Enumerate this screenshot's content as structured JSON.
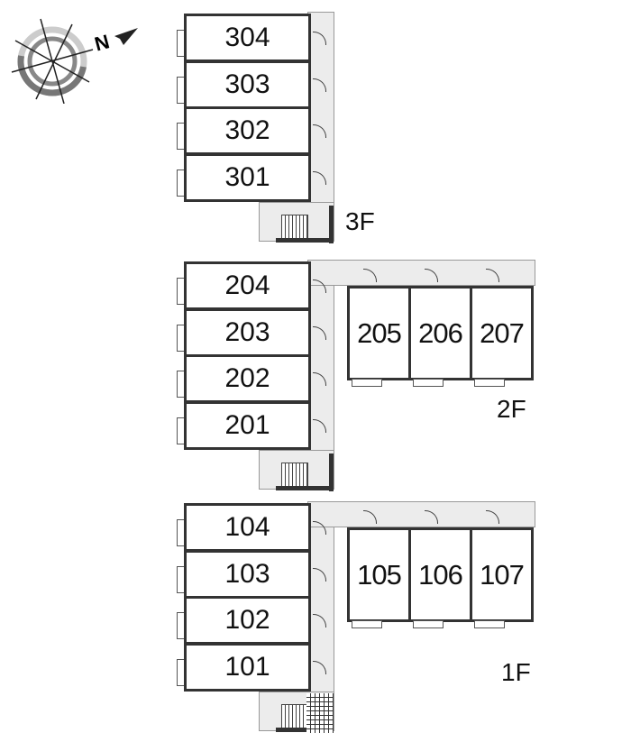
{
  "compass": {
    "label": "N"
  },
  "floors": [
    {
      "label": "3F",
      "stack": [
        "304",
        "303",
        "302",
        "301"
      ],
      "side": []
    },
    {
      "label": "2F",
      "stack": [
        "204",
        "203",
        "202",
        "201"
      ],
      "side": [
        "205",
        "206",
        "207"
      ]
    },
    {
      "label": "1F",
      "stack": [
        "104",
        "103",
        "102",
        "101"
      ],
      "side": [
        "105",
        "106",
        "107"
      ]
    }
  ]
}
